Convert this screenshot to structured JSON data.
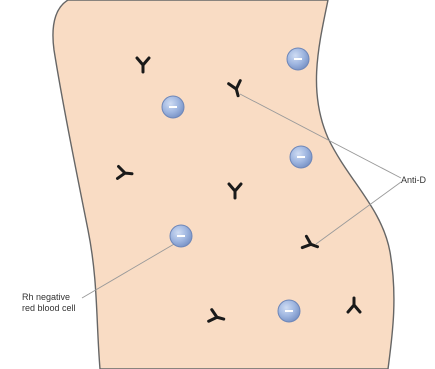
{
  "colors": {
    "background": "#ffffff",
    "body_fill": "#f9dcc4",
    "body_outline": "#555555",
    "cell_fill": "#8aa6d6",
    "cell_rim": "#6f87b8",
    "cell_minus": "#ffffff",
    "antibody": "#1a1a1a",
    "leader_line": "#9a9a9a"
  },
  "icons": {
    "antibody": "y-shaped-antibody-icon",
    "cell": "rh-negative-red-blood-cell-icon"
  },
  "labels": {
    "anti_d": "Anti-D",
    "rh_negative_line1": "Rh negative",
    "rh_negative_line2": "red blood cell"
  }
}
